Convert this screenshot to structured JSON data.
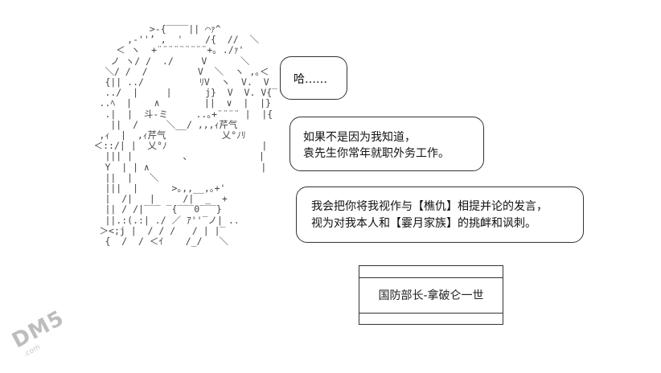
{
  "bubbles": {
    "small": "哈……",
    "middle": {
      "line1": "如果不是因为我知道，",
      "line2": "袁先生你常年就职外务工作。"
    },
    "large": {
      "line1": "我会把你将我视作与【樵仇】相提并论的发言，",
      "line2": "视为对我本人和【霎月家族】的挑衅和讽刺。"
    }
  },
  "name_label": "国防部长-拿破仑一世",
  "watermark": {
    "brand": "DM5",
    "domain": ".com"
  }
}
